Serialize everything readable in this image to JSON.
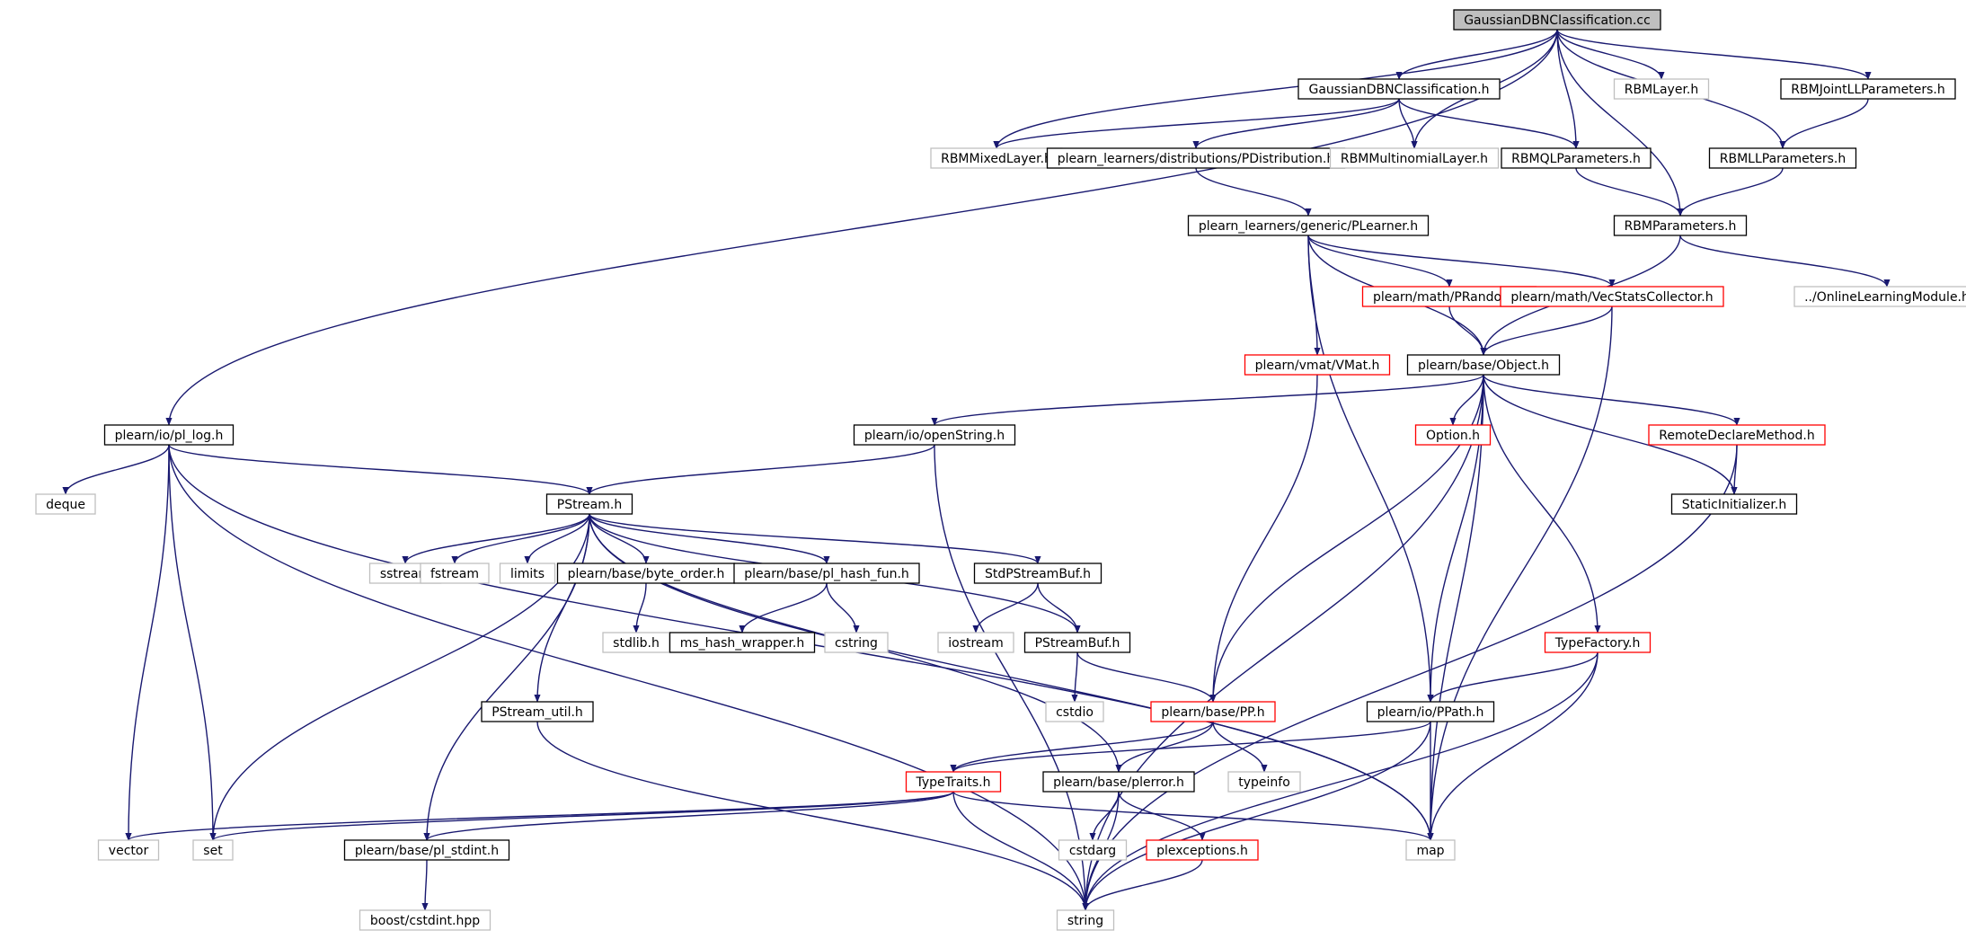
{
  "nodes": [
    {
      "id": "n0",
      "label": "GaussianDBNClassification.cc",
      "kind": "root"
    },
    {
      "id": "n1",
      "label": "GaussianDBNClassification.h",
      "kind": "doc"
    },
    {
      "id": "n2",
      "label": "RBMLayer.h",
      "kind": "ext"
    },
    {
      "id": "n3",
      "label": "RBMJointLLParameters.h",
      "kind": "doc"
    },
    {
      "id": "n4",
      "label": "RBMMixedLayer.h",
      "kind": "ext"
    },
    {
      "id": "n5",
      "label": "plearn_learners/distributions/PDistribution.h",
      "kind": "doc"
    },
    {
      "id": "n6",
      "label": "RBMMultinomialLayer.h",
      "kind": "ext"
    },
    {
      "id": "n7",
      "label": "RBMQLParameters.h",
      "kind": "doc"
    },
    {
      "id": "n8",
      "label": "RBMLLParameters.h",
      "kind": "doc"
    },
    {
      "id": "n9",
      "label": "plearn_learners/generic/PLearner.h",
      "kind": "doc"
    },
    {
      "id": "n10",
      "label": "RBMParameters.h",
      "kind": "doc"
    },
    {
      "id": "n11",
      "label": "plearn/math/PRandom.h",
      "kind": "trunc"
    },
    {
      "id": "n12",
      "label": "plearn/math/VecStatsCollector.h",
      "kind": "trunc"
    },
    {
      "id": "n13",
      "label": "../OnlineLearningModule.h",
      "kind": "ext"
    },
    {
      "id": "n14",
      "label": "plearn/vmat/VMat.h",
      "kind": "trunc"
    },
    {
      "id": "n15",
      "label": "plearn/base/Object.h",
      "kind": "doc"
    },
    {
      "id": "n16",
      "label": "plearn/io/pl_log.h",
      "kind": "doc"
    },
    {
      "id": "n17",
      "label": "plearn/io/openString.h",
      "kind": "doc"
    },
    {
      "id": "n18",
      "label": "Option.h",
      "kind": "trunc"
    },
    {
      "id": "n19",
      "label": "RemoteDeclareMethod.h",
      "kind": "trunc"
    },
    {
      "id": "n20",
      "label": "deque",
      "kind": "ext"
    },
    {
      "id": "n21",
      "label": "PStream.h",
      "kind": "doc"
    },
    {
      "id": "n22",
      "label": "StaticInitializer.h",
      "kind": "doc"
    },
    {
      "id": "n23",
      "label": "sstream",
      "kind": "ext"
    },
    {
      "id": "n24",
      "label": "fstream",
      "kind": "ext"
    },
    {
      "id": "n25",
      "label": "limits",
      "kind": "ext"
    },
    {
      "id": "n26",
      "label": "plearn/base/byte_order.h",
      "kind": "doc"
    },
    {
      "id": "n27",
      "label": "plearn/base/pl_hash_fun.h",
      "kind": "doc"
    },
    {
      "id": "n28",
      "label": "StdPStreamBuf.h",
      "kind": "doc"
    },
    {
      "id": "n29",
      "label": "stdlib.h",
      "kind": "ext"
    },
    {
      "id": "n30",
      "label": "ms_hash_wrapper.h",
      "kind": "doc"
    },
    {
      "id": "n31",
      "label": "cstring",
      "kind": "ext"
    },
    {
      "id": "n32",
      "label": "iostream",
      "kind": "ext"
    },
    {
      "id": "n33",
      "label": "PStreamBuf.h",
      "kind": "doc"
    },
    {
      "id": "n34",
      "label": "TypeFactory.h",
      "kind": "trunc"
    },
    {
      "id": "n35",
      "label": "cstdio",
      "kind": "ext"
    },
    {
      "id": "n36",
      "label": "PStream_util.h",
      "kind": "doc"
    },
    {
      "id": "n37",
      "label": "plearn/base/PP.h",
      "kind": "trunc"
    },
    {
      "id": "n38",
      "label": "plearn/io/PPath.h",
      "kind": "doc"
    },
    {
      "id": "n39",
      "label": "TypeTraits.h",
      "kind": "trunc"
    },
    {
      "id": "n40",
      "label": "plearn/base/plerror.h",
      "kind": "doc"
    },
    {
      "id": "n41",
      "label": "typeinfo",
      "kind": "ext"
    },
    {
      "id": "n42",
      "label": "vector",
      "kind": "ext"
    },
    {
      "id": "n43",
      "label": "set",
      "kind": "ext"
    },
    {
      "id": "n44",
      "label": "plearn/base/pl_stdint.h",
      "kind": "doc"
    },
    {
      "id": "n45",
      "label": "cstdarg",
      "kind": "ext"
    },
    {
      "id": "n46",
      "label": "map",
      "kind": "ext"
    },
    {
      "id": "n47",
      "label": "plexceptions.h",
      "kind": "trunc"
    },
    {
      "id": "n48",
      "label": "boost/cstdint.hpp",
      "kind": "ext"
    },
    {
      "id": "n49",
      "label": "string",
      "kind": "ext"
    }
  ],
  "edges": [
    [
      "n0",
      "n1"
    ],
    [
      "n0",
      "n2"
    ],
    [
      "n0",
      "n3"
    ],
    [
      "n0",
      "n4"
    ],
    [
      "n0",
      "n6"
    ],
    [
      "n0",
      "n7"
    ],
    [
      "n0",
      "n8"
    ],
    [
      "n0",
      "n10"
    ],
    [
      "n0",
      "n16"
    ],
    [
      "n1",
      "n4"
    ],
    [
      "n1",
      "n5"
    ],
    [
      "n1",
      "n6"
    ],
    [
      "n1",
      "n7"
    ],
    [
      "n3",
      "n8"
    ],
    [
      "n5",
      "n9"
    ],
    [
      "n7",
      "n10"
    ],
    [
      "n8",
      "n10"
    ],
    [
      "n9",
      "n11"
    ],
    [
      "n9",
      "n12"
    ],
    [
      "n9",
      "n14"
    ],
    [
      "n9",
      "n15"
    ],
    [
      "n9",
      "n38"
    ],
    [
      "n10",
      "n13"
    ],
    [
      "n10",
      "n15"
    ],
    [
      "n11",
      "n15"
    ],
    [
      "n12",
      "n15"
    ],
    [
      "n12",
      "n46"
    ],
    [
      "n14",
      "n37"
    ],
    [
      "n15",
      "n17"
    ],
    [
      "n15",
      "n18"
    ],
    [
      "n15",
      "n19"
    ],
    [
      "n15",
      "n22"
    ],
    [
      "n15",
      "n34"
    ],
    [
      "n15",
      "n37"
    ],
    [
      "n15",
      "n38"
    ],
    [
      "n15",
      "n46"
    ],
    [
      "n15",
      "n49"
    ],
    [
      "n16",
      "n20"
    ],
    [
      "n16",
      "n21"
    ],
    [
      "n16",
      "n42"
    ],
    [
      "n16",
      "n43"
    ],
    [
      "n16",
      "n46"
    ],
    [
      "n16",
      "n49"
    ],
    [
      "n17",
      "n21"
    ],
    [
      "n17",
      "n49"
    ],
    [
      "n19",
      "n22"
    ],
    [
      "n19",
      "n49"
    ],
    [
      "n21",
      "n23"
    ],
    [
      "n21",
      "n24"
    ],
    [
      "n21",
      "n25"
    ],
    [
      "n21",
      "n26"
    ],
    [
      "n21",
      "n27"
    ],
    [
      "n21",
      "n28"
    ],
    [
      "n21",
      "n33"
    ],
    [
      "n21",
      "n36"
    ],
    [
      "n21",
      "n40"
    ],
    [
      "n21",
      "n43"
    ],
    [
      "n21",
      "n44"
    ],
    [
      "n21",
      "n46"
    ],
    [
      "n26",
      "n29"
    ],
    [
      "n27",
      "n30"
    ],
    [
      "n27",
      "n31"
    ],
    [
      "n28",
      "n32"
    ],
    [
      "n28",
      "n33"
    ],
    [
      "n33",
      "n35"
    ],
    [
      "n33",
      "n37"
    ],
    [
      "n34",
      "n38"
    ],
    [
      "n34",
      "n46"
    ],
    [
      "n34",
      "n49"
    ],
    [
      "n36",
      "n49"
    ],
    [
      "n37",
      "n39"
    ],
    [
      "n37",
      "n40"
    ],
    [
      "n37",
      "n41"
    ],
    [
      "n38",
      "n39"
    ],
    [
      "n38",
      "n46"
    ],
    [
      "n38",
      "n49"
    ],
    [
      "n39",
      "n42"
    ],
    [
      "n39",
      "n43"
    ],
    [
      "n39",
      "n44"
    ],
    [
      "n39",
      "n46"
    ],
    [
      "n39",
      "n49"
    ],
    [
      "n40",
      "n45"
    ],
    [
      "n40",
      "n47"
    ],
    [
      "n40",
      "n49"
    ],
    [
      "n44",
      "n48"
    ],
    [
      "n47",
      "n49"
    ]
  ],
  "colors": {
    "edge": "#191970",
    "root_fill": "#bfbfbf",
    "doc_border": "#000000",
    "ext_border": "#bfbfbf",
    "trunc_border": "#ff0000",
    "text": "#000000"
  }
}
